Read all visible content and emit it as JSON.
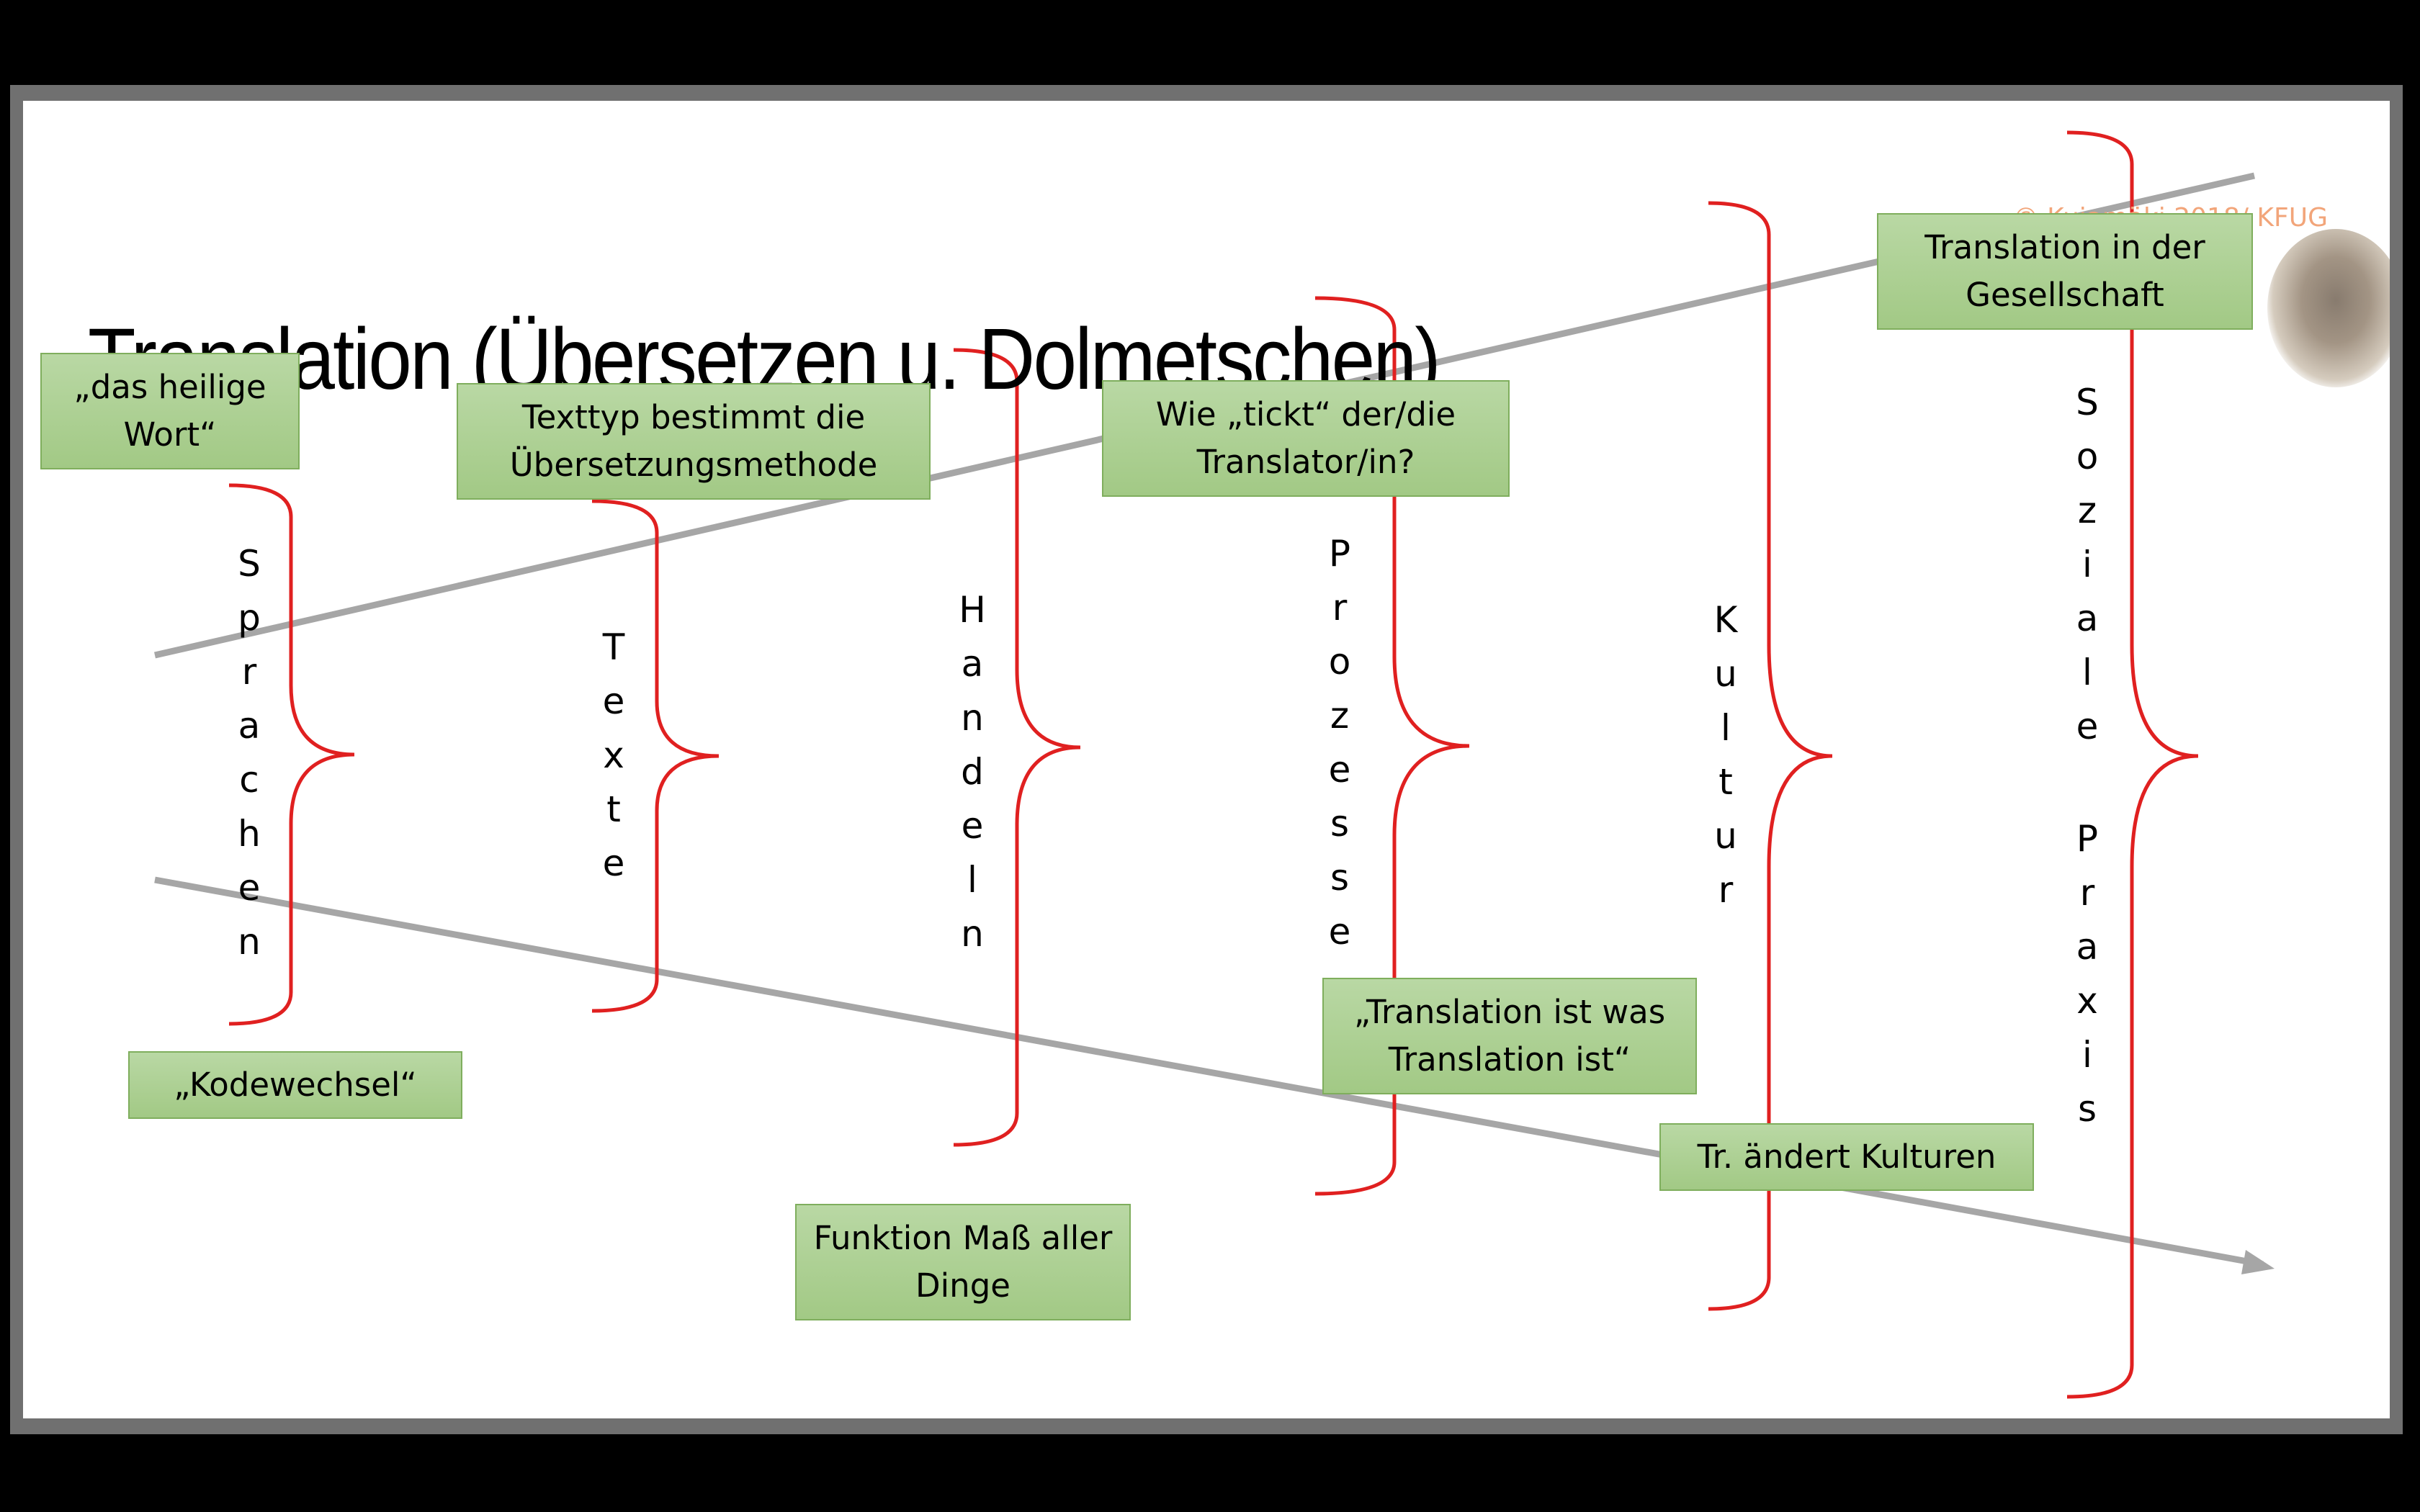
{
  "title": "Translation (Übersetzen u. Dolmetschen)",
  "copyright": "© Kujamäki 2018/ KFUG",
  "colors": {
    "box_fill": "#a8cd8d",
    "box_border": "#7fae5d",
    "bracket": "#e02020",
    "arrow": "#a6a6a6",
    "copyright": "#f2a57a"
  },
  "boxes": {
    "heilige_wort": "„das heilige Wort“",
    "texttyp": "Texttyp bestimmt die Übersetzungsmethode",
    "tickt": "Wie „tickt“ der/die Translator/in?",
    "gesellschaft": "Translation in der Gesellschaft",
    "kodewechsel": "„Kodewechsel“",
    "funktion": "Funktion Maß aller Dinge",
    "translation_ist": "„Translation ist was Translation ist“",
    "kulturen": "Tr. ändert Kulturen"
  },
  "labels": {
    "sprachen": "Sprachen",
    "texte": "Texte",
    "handeln": "Handeln",
    "prozesse": "Prozesse",
    "kultur": "Kultur",
    "soziale": "Soziale",
    "praxis": "Praxis"
  }
}
